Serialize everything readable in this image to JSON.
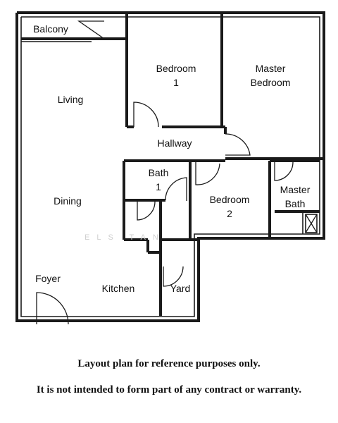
{
  "rooms": {
    "balcony": "Balcony",
    "bedroom1_line1": "Bedroom",
    "bedroom1_line2": "1",
    "master_bedroom_line1": "Master",
    "master_bedroom_line2": "Bedroom",
    "living": "Living",
    "hallway": "Hallway",
    "bath1_line1": "Bath",
    "bath1_line2": "1",
    "dining": "Dining",
    "bedroom2_line1": "Bedroom",
    "bedroom2_line2": "2",
    "master_bath_line1": "Master",
    "master_bath_line2": "Bath",
    "foyer": "Foyer",
    "kitchen": "Kitchen",
    "yard": "Yard"
  },
  "watermark": "ELS   TAN",
  "notes": {
    "line1": "Layout plan for reference purposes only.",
    "line2": "It is not intended to form part of any contract or warranty."
  }
}
